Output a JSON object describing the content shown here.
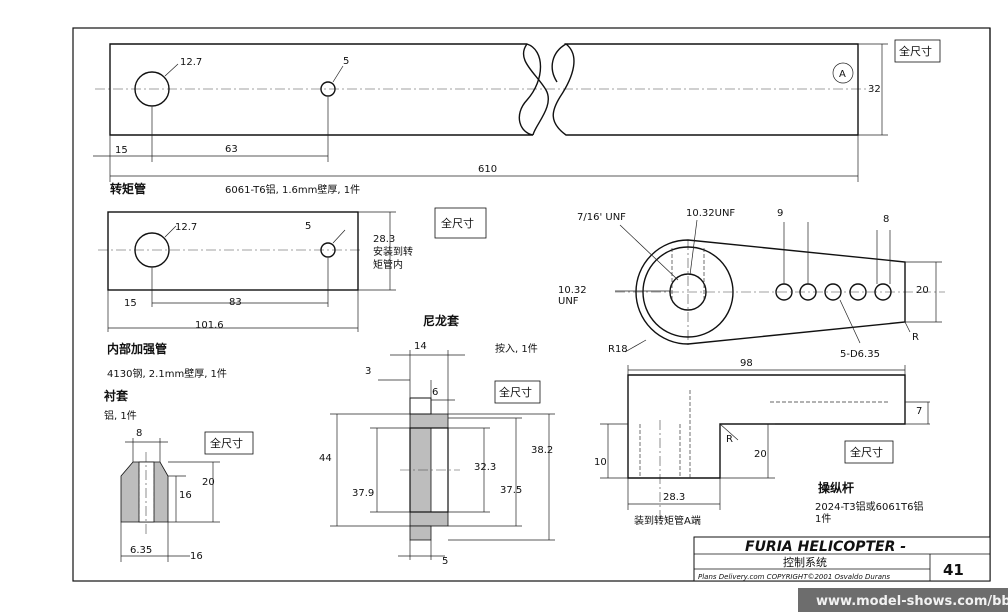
{
  "torque_tube": {
    "title": "转矩管",
    "spec": "6061-T6铝, 1.6mm壁厚, 1件",
    "full_size": "全尺寸",
    "dims": {
      "hole_big": "12.7",
      "hole_small": "5",
      "d15": "15",
      "d63": "63",
      "length": "610",
      "height": "32"
    },
    "marker": "A"
  },
  "inner_tube": {
    "title": "内部加强管",
    "spec": "4130钢, 2.1mm壁厚, 1件",
    "full_size": "全尺寸",
    "dims": {
      "hole_big": "12.7",
      "hole_small": "5",
      "height": "28.3",
      "d15": "15",
      "d83": "83",
      "length": "101.6"
    },
    "note": [
      "安装到转",
      "矩管内"
    ]
  },
  "bushing": {
    "title": "衬套",
    "spec": "铝, 1件",
    "full_size": "全尺寸",
    "dims": {
      "top": "8",
      "d16": "16",
      "d20": "20",
      "bottom": "6.35",
      "bottom_right": "16"
    }
  },
  "nylon_sleeve": {
    "title": "尼龙套",
    "note": "按入, 1件",
    "full_size": "全尺寸",
    "dims": {
      "d14": "14",
      "d3": "3",
      "d6": "6",
      "d44": "44",
      "d37_9": "37.9",
      "d32_3": "32.3",
      "d37_5": "37.5",
      "d38_2": "38.2",
      "d5": "5"
    }
  },
  "control_arm": {
    "title": "操纵杆",
    "spec": [
      "2024-T3铝或6061T6铝",
      "1件"
    ],
    "full_size": "全尺寸",
    "labels": {
      "unf_a": "7/16' UNF",
      "unf_b": "10.32UNF",
      "unf_c1": "10.32",
      "unf_c2": "UNF",
      "r18": "R18",
      "holes": "5-D6.35",
      "d9": "9",
      "d8": "8",
      "d20": "20",
      "r": "R"
    },
    "side_dims": {
      "d98": "98",
      "d7": "7",
      "d10": "10",
      "d20": "20",
      "d28_3": "28.3",
      "r": "R"
    },
    "note": "装到转矩管A端"
  },
  "title_block": {
    "name": "FURIA HELICOPTER -",
    "subtitle": "控制系统",
    "credits": "Plans Delivery.com   COPYRIGHT©2001 Osvaldo Durans",
    "sheet_no": "41"
  },
  "watermark": "www.model-shows.com/bbs"
}
